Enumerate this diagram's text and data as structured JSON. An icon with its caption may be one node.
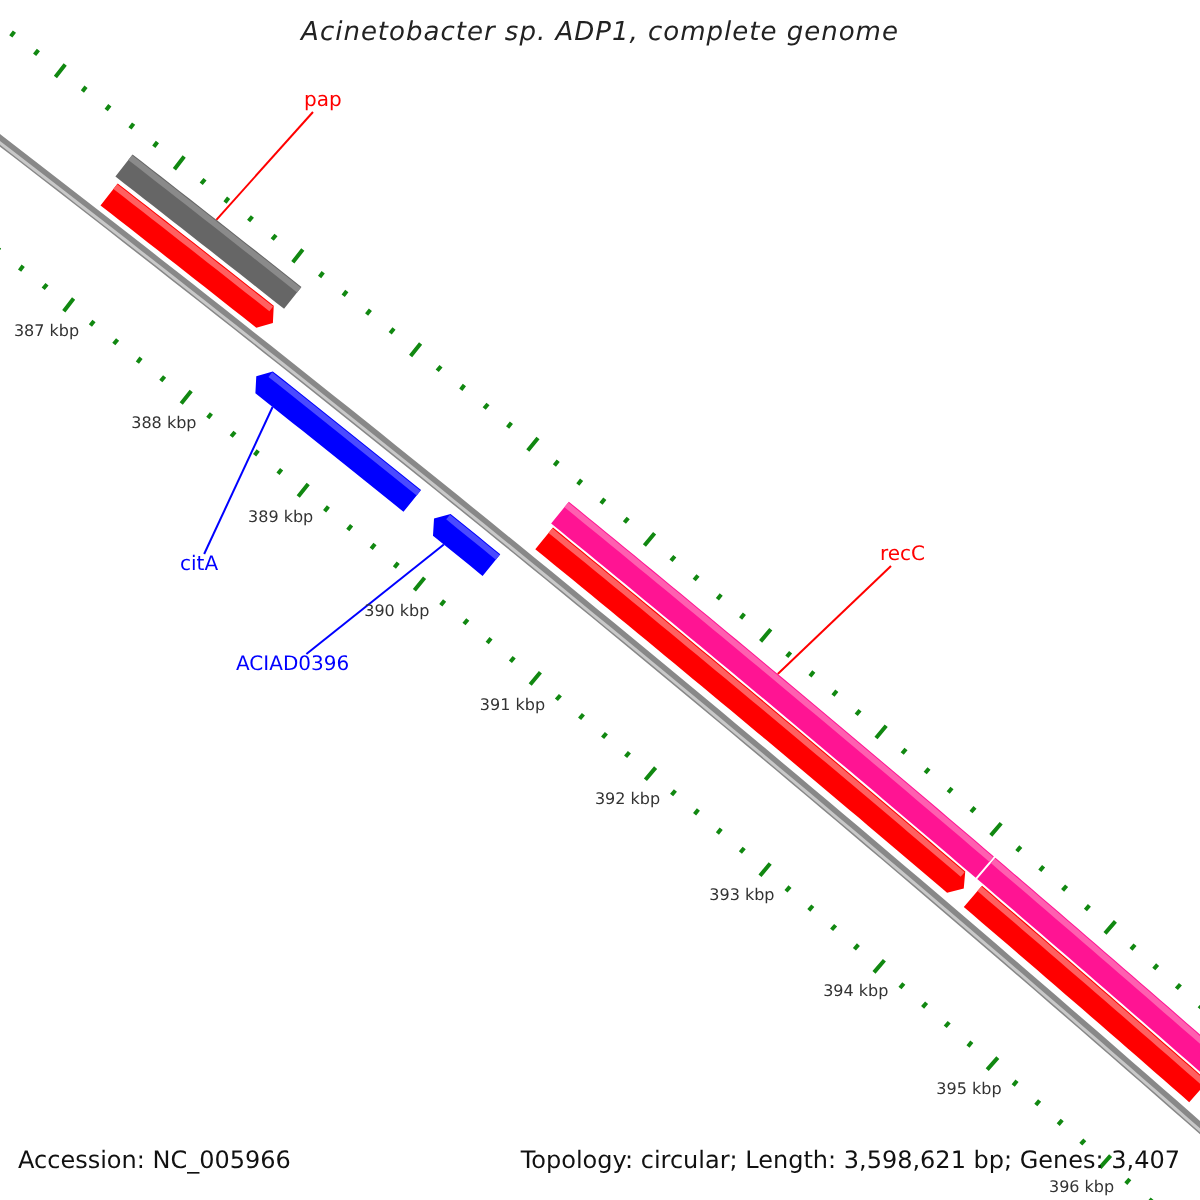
{
  "diagram": {
    "title": "Acinetobacter sp. ADP1, complete genome",
    "nodes": [
      {
        "text": [
          "pap"
        ]
      },
      {
        "text": [],
        "shape": "bar"
      },
      {
        "text": [],
        "shape": "bar"
      },
      {
        "text": [
          "citA"
        ]
      },
      {
        "text": [],
        "shape": "bar"
      },
      {
        "text": [
          "ACIAD0396"
        ]
      },
      {
        "text": [],
        "shape": "bar"
      },
      {
        "text": [
          "recC"
        ]
      },
      {
        "text": [],
        "shape": "bar"
      },
      {
        "text": [],
        "shape": "bar"
      },
      {
        "text": [],
        "shape": "bar"
      },
      {
        "text": [],
        "shape": "bar"
      }
    ],
    "edges": [
      {
        "from": 0,
        "to": 1,
        "arrow": "none",
        "color": "#ff0000"
      },
      {
        "from": 3,
        "to": 4,
        "arrow": "none",
        "color": "#0000ff"
      },
      {
        "from": 5,
        "to": 6,
        "arrow": "none",
        "color": "#0000ff"
      },
      {
        "from": 7,
        "to": 8,
        "arrow": "none",
        "color": "#ff0000"
      }
    ],
    "labels": [
      "387 kbp",
      "388 kbp",
      "389 kbp",
      "390 kbp",
      "391 kbp",
      "392 kbp",
      "393 kbp",
      "394 kbp",
      "395 kbp",
      "396 kbp",
      "Accession: NC_005966",
      "Topology: circular; Length: 3,598,621 bp; Genes: 3,407"
    ]
  }
}
